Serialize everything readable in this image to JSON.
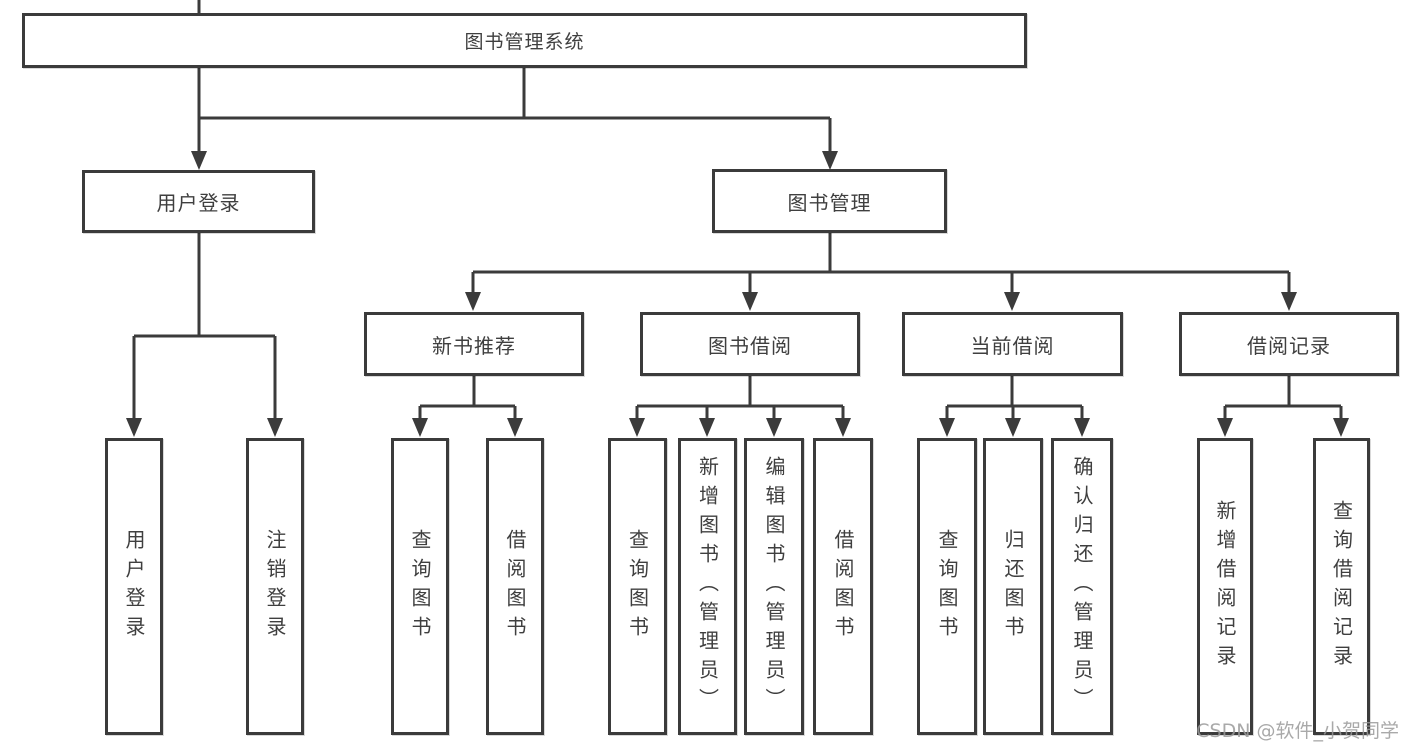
{
  "diagram": {
    "title": "图书管理系统",
    "type": "hierarchy-tree",
    "colors": {
      "background": "#ffffff",
      "box_fill": "#ffffff",
      "box_border": "#3b3b3b",
      "line": "#3b3b3b",
      "text": "#3f3f3f",
      "watermark_text": "#9b9b9b"
    },
    "watermark": "CSDN @软件_小贺同学",
    "tree": {
      "label": "图书管理系统",
      "children": [
        {
          "label": "用户登录",
          "children": [
            {
              "label": "用户登录"
            },
            {
              "label": "注销登录"
            }
          ]
        },
        {
          "label": "图书管理",
          "children": [
            {
              "label": "新书推荐",
              "children": [
                {
                  "label": "查询图书"
                },
                {
                  "label": "借阅图书"
                }
              ]
            },
            {
              "label": "图书借阅",
              "children": [
                {
                  "label": "查询图书"
                },
                {
                  "label": "新增图书（管理员）"
                },
                {
                  "label": "编辑图书（管理员）"
                },
                {
                  "label": "借阅图书"
                }
              ]
            },
            {
              "label": "当前借阅",
              "children": [
                {
                  "label": "查询图书"
                },
                {
                  "label": "归还图书"
                },
                {
                  "label": "确认归还（管理员）"
                }
              ]
            },
            {
              "label": "借阅记录",
              "children": [
                {
                  "label": "新增借阅记录"
                },
                {
                  "label": "查询借阅记录"
                }
              ]
            }
          ]
        }
      ]
    }
  }
}
